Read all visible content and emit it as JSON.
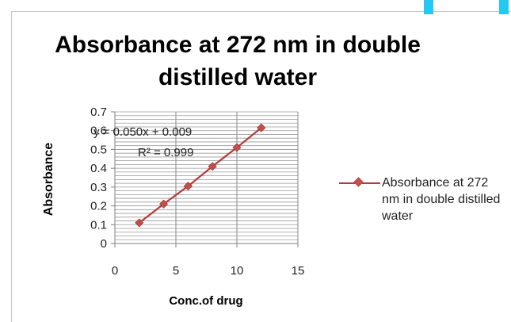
{
  "chart_data": {
    "type": "scatter",
    "title": "Absorbance at 272 nm in double distilled water",
    "xlabel": "Conc.of drug",
    "ylabel": "Absorbance",
    "xlim": [
      0,
      15
    ],
    "ylim": [
      0,
      0.7
    ],
    "x_ticks": [
      "0",
      "5",
      "10",
      "15"
    ],
    "y_ticks": [
      "0",
      "0.1",
      "0.2",
      "0.3",
      "0.4",
      "0.5",
      "0.6",
      "0.7"
    ],
    "grid": true,
    "legend_position": "right",
    "series": [
      {
        "name": "Absorbance at 272 nm in double distilled water",
        "x": [
          2,
          4,
          6,
          8,
          10,
          12
        ],
        "y": [
          0.11,
          0.21,
          0.305,
          0.41,
          0.51,
          0.615
        ],
        "color": "#c0504d",
        "line_color": "#b33a3a",
        "marker": "diamond"
      }
    ],
    "annotations": {
      "equation": "y = 0.050x + 0.009",
      "r_squared": "R² = 0.999"
    }
  }
}
